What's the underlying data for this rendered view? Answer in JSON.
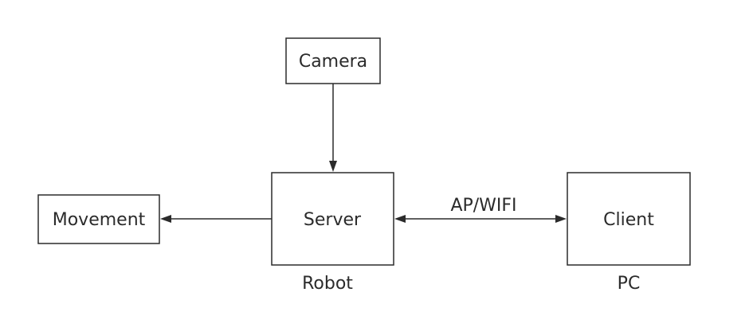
{
  "diagram": {
    "nodes": {
      "camera": "Camera",
      "server": "Server",
      "movement": "Movement",
      "client": "Client"
    },
    "captions": {
      "robot": "Robot",
      "pc": "PC"
    },
    "edges": {
      "server_client_label": "AP/WIFI"
    }
  },
  "colors": {
    "stroke": "#2b2b2b",
    "background": "#ffffff"
  }
}
